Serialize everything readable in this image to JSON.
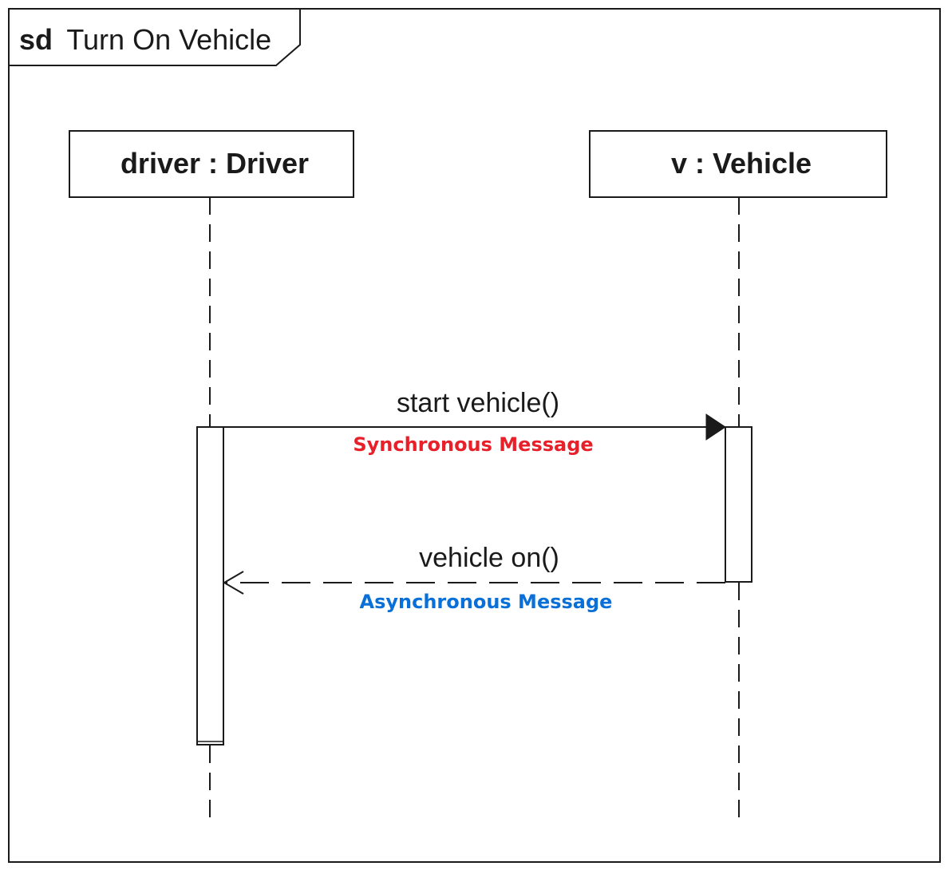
{
  "frame": {
    "keyword": "sd",
    "title": "Turn On Vehicle"
  },
  "lifelines": [
    {
      "label": "driver : Driver"
    },
    {
      "label": "v : Vehicle"
    }
  ],
  "messages": [
    {
      "label": "start vehicle()",
      "annotation": "Synchronous Message",
      "annotation_color": "#e8202a"
    },
    {
      "label": "vehicle on()",
      "annotation": "Asynchronous Message",
      "annotation_color": "#0a6fd6"
    }
  ]
}
